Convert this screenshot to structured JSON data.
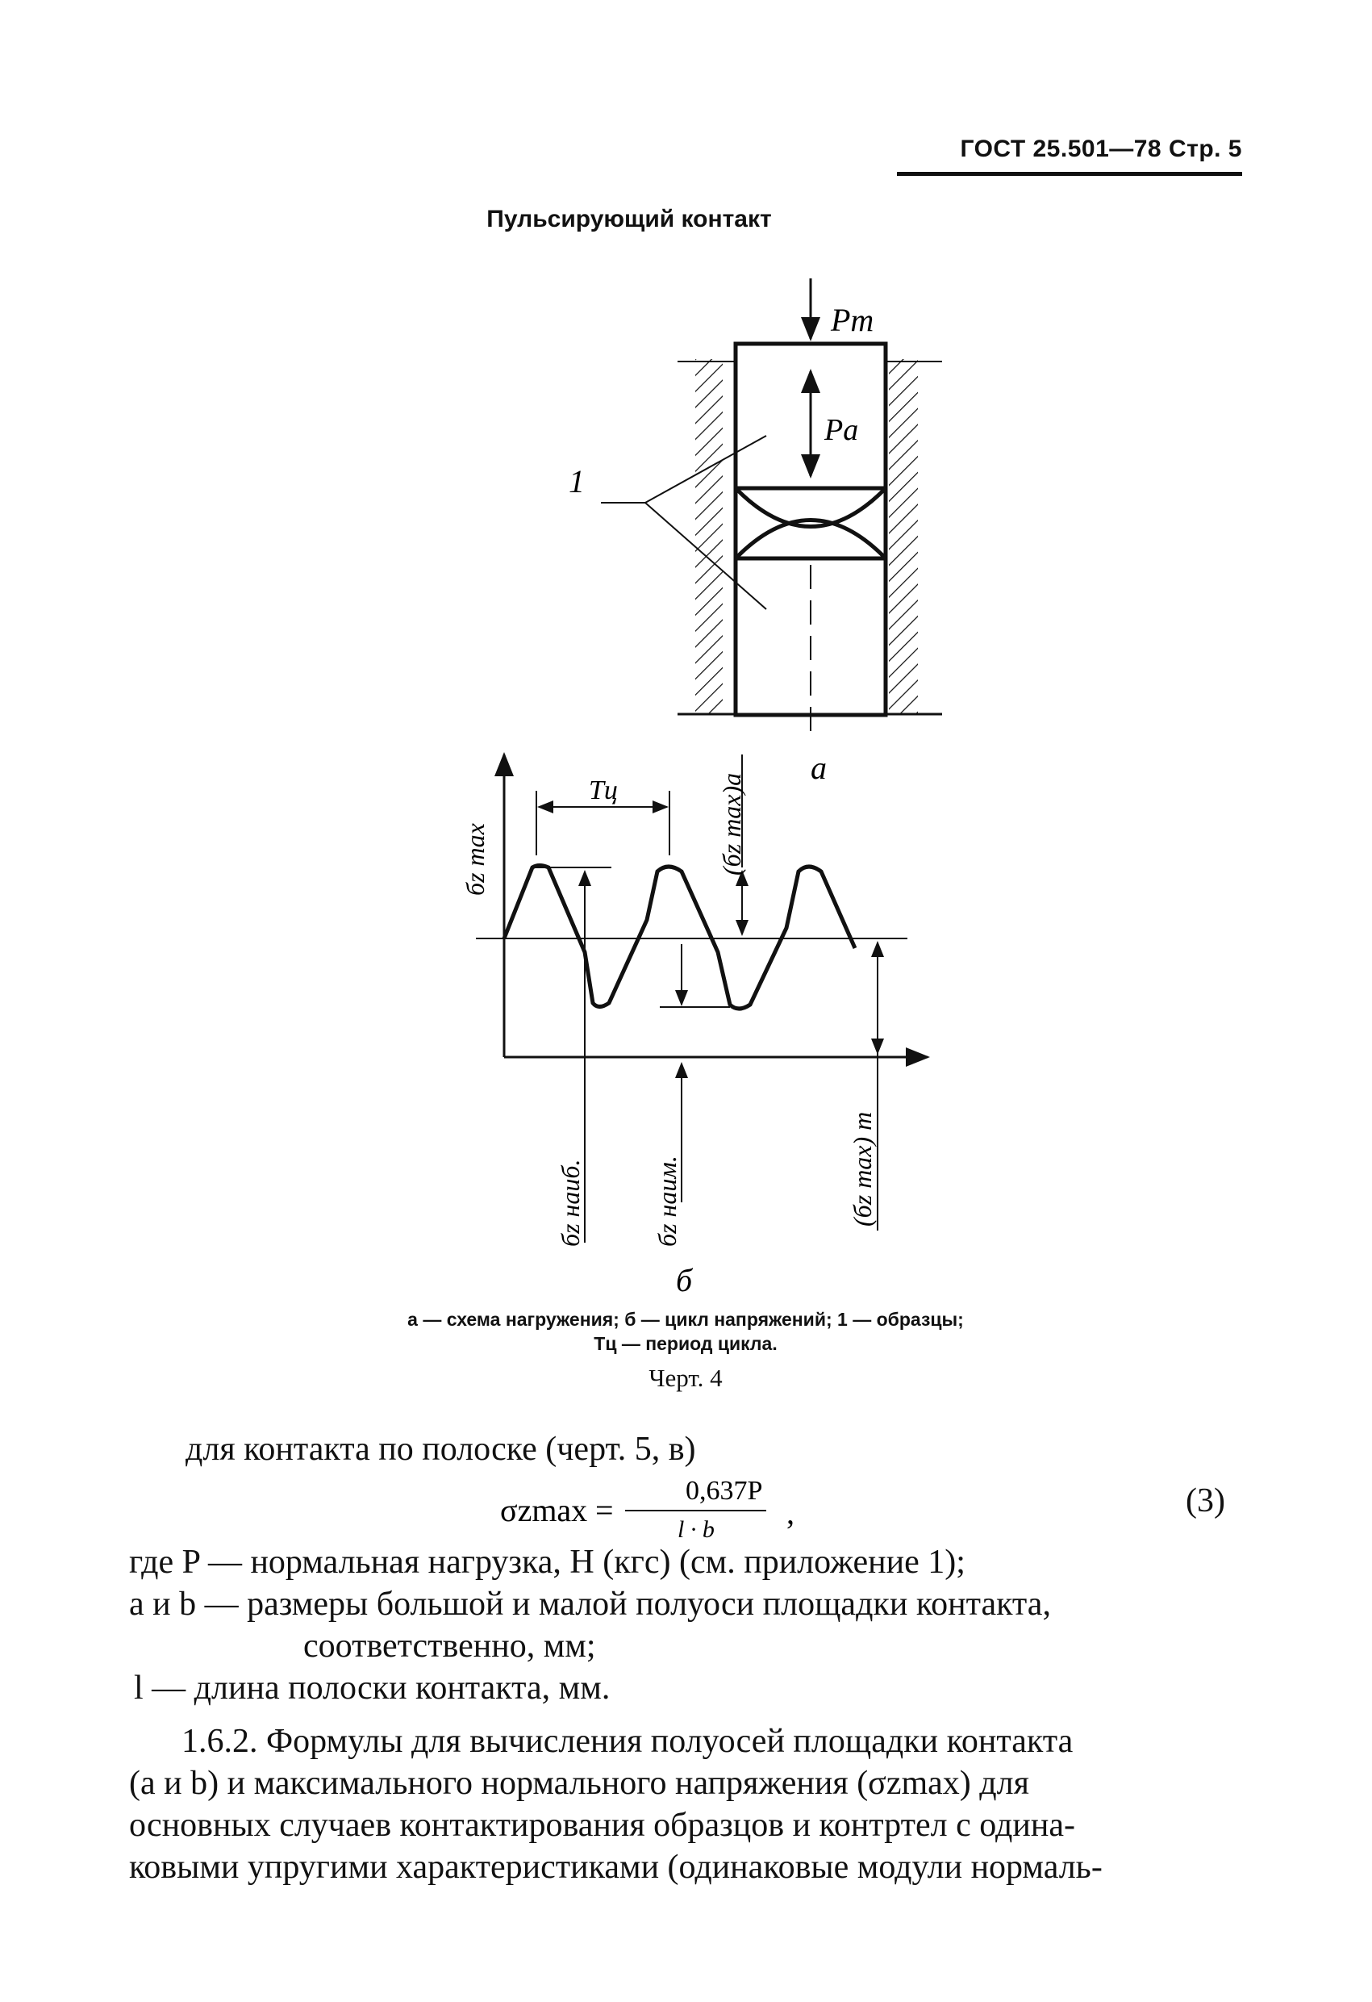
{
  "header": {
    "text": "ГОСТ 25.501—78 Стр. 5"
  },
  "figure_title": "Пульсирующий контакт",
  "figure": {
    "labels": {
      "pm": "Pm",
      "pa": "Pa",
      "one": "1",
      "a": "а",
      "b": "б",
      "tc": "Tц",
      "sz_max": "бz max",
      "sz_max_a": "(бz max)a",
      "sz_naib": "бz наиб.",
      "sz_naim": "бz наим.",
      "sz_max_m": "(бz max) m"
    }
  },
  "caption": {
    "line1": "а — схема нагружения; б — цикл напряжений; 1 — образцы;",
    "line2": "Тц — период цикла.",
    "chart_label": "Черт. 4"
  },
  "body": {
    "line1": "для контакта по полоске (черт. 5, в)",
    "formula_lhs": "σzmax",
    "formula_num": "0,637P",
    "formula_den": "l · b",
    "formula_comma": ",",
    "eq_number": "(3)",
    "where1": "где P — нормальная нагрузка, Н (кгс) (см. приложение 1);",
    "where2": "a и b — размеры большой и малой полуоси площадки контакта,",
    "where2b": "соответственно, мм;",
    "where3": "l — длина полоски контакта, мм.",
    "para1": "1.6.2. Формулы для вычисления полуосей площадки контакта",
    "para2": "(a и b) и максимального   нормального напряжения (σzmax) для",
    "para3": "основных случаев контактирования образцов и контртел с одина-",
    "para4": "ковыми упругими характеристиками (одинаковые модули нормаль-"
  }
}
